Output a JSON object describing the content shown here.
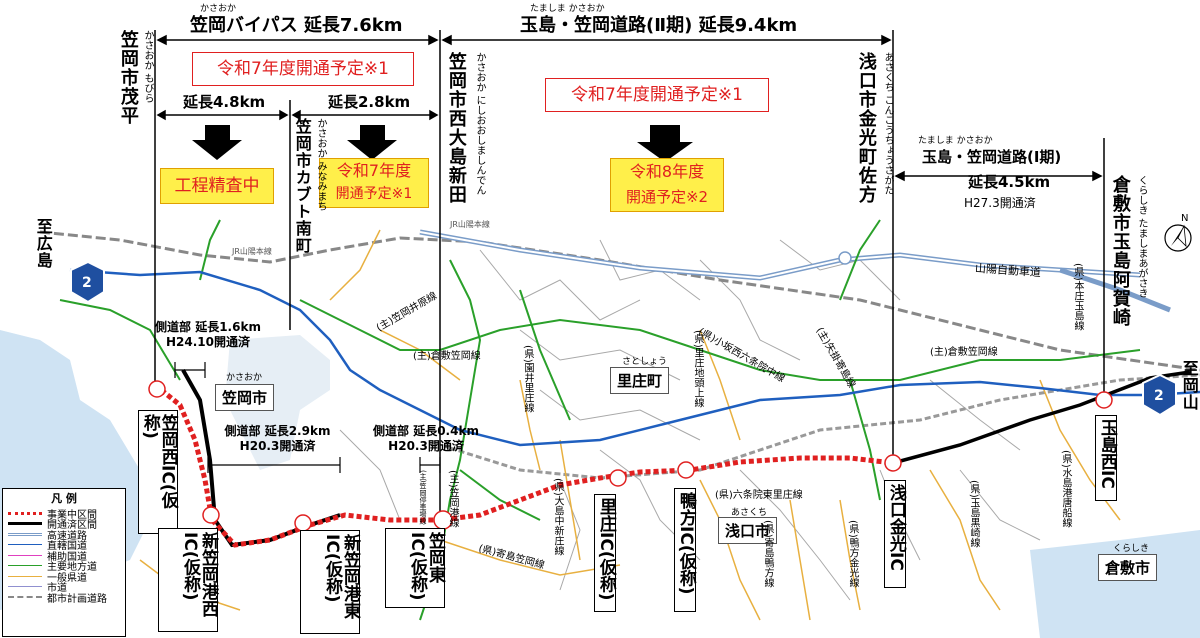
{
  "headers": {
    "bypass_ruby": "かさおか",
    "bypass_title": "笠岡バイパス 延長7.6km",
    "road2_ruby": "たましま かさおか",
    "road2_title": "玉島・笠岡道路(Ⅱ期) 延長9.4km",
    "road1_ruby": "たましま かさおか",
    "road1_title": "玉島・笠岡道路(Ⅰ期)",
    "road1_len": "延長4.5km",
    "road1_open": "H27.3開通済",
    "len_a": "延長4.8km",
    "len_b": "延長2.8km"
  },
  "status": {
    "bypass_plan": "令和7年度開通予定※1",
    "road2_plan": "令和7年度開通予定※1",
    "inspection": "工程精査中",
    "r7_line1": "令和7年度",
    "r7_line2": "開通予定※1",
    "r8_line1": "令和8年度",
    "r8_line2": "開通予定※2"
  },
  "places": {
    "kasaoka_mohira": "笠岡市茂平",
    "kasaoka_mohira_ruby": "かさおか もびら",
    "kasaoka_nishioshima": "笠岡市西大島新田",
    "kasaoka_nishioshima_ruby": "かさおか にしおおしましんでん",
    "kasaoka_kabuto": "笠岡市カブト南町",
    "kasaoka_kabuto_ruby": "かさおか みなみまち",
    "asakuchi_konko": "浅口市金光町佐方",
    "asakuchi_konko_ruby": "あさくち こんこうちょうさがた",
    "kurashiki_tamashima": "倉敷市玉島阿賀崎",
    "kurashiki_tamashima_ruby": "くらしき たましまあがさき",
    "to_hiroshima": "至広島",
    "to_okayama": "至岡山",
    "kasaoka_city": "笠岡市",
    "kasaoka_city_ruby": "かさおか",
    "satosho_town": "里庄町",
    "satosho_town_ruby": "さとしょう",
    "asakuchi_city": "浅口市",
    "asakuchi_city_ruby": "あさくち",
    "kurashiki_city": "倉敷市",
    "kurashiki_city_ruby": "くらしき",
    "north_mark": "N",
    "route_number": "2"
  },
  "side_roads": [
    {
      "title": "側道部 延長1.6km",
      "open": "H24.10開通済"
    },
    {
      "title": "側道部 延長2.9km",
      "open": "H20.3開通済"
    },
    {
      "title": "側道部 延長0.4km",
      "open": "H20.3開通済"
    }
  ],
  "interchanges": {
    "kasaoka_nishi": "笠岡西IC(仮称)",
    "shinkasaokako_nishi": "新笠岡港西IC(仮称)",
    "shinkasaokako_higashi": "新笠岡港東IC(仮称)",
    "kasaoka_higashi": "笠岡東IC(仮称)",
    "satosho": "里庄IC(仮称)",
    "kamogata": "鴨方IC(仮称)",
    "asakuchi_konko": "浅口金光IC",
    "tamashima_nishi": "玉島西IC"
  },
  "roads": {
    "sanyo_line": "JR山陽本線",
    "sanyo_line2": "JR山陽本線",
    "sanyo_expressway": "山陽自動車道",
    "kasaoka_ihara": "(主)笠岡井原線",
    "kurashiki_kasaoka": "(主)倉敷笠岡線",
    "kurashiki_kasaoka2": "(主)倉敷笠岡線",
    "sonoi_satosho": "(県)園井里庄線",
    "oya_rokujoin": "(県)小坂西六条院中線",
    "satosho_jito": "(県)里庄地頭上線",
    "shugosho": "(主)矢掛寄島線",
    "honsho_tamashima": "(県)本庄玉島線",
    "mizushima_karafune": "(県)水島港唐船線",
    "tamashima_kurosaki": "(県)玉島黒崎線",
    "rokujoin_higashi": "(県)六条院東里庄線",
    "kamogata_kinko": "(県)鴨方金光線",
    "oshima_nakashinsho": "(県)大島中新庄線",
    "kasaoka_minato": "(主)笠岡港線",
    "yorishima_kasaoka": "(県)寄島笠岡線",
    "yorishima_kamogata": "(県)寄島鴨方線",
    "kasaoka_station": "(主)笠岡停車場線"
  },
  "legend": {
    "title": "凡 例",
    "items": [
      {
        "label": "事業中区間",
        "color": "#e02020",
        "style": "dotted-thick"
      },
      {
        "label": "開通済区間",
        "color": "#000000",
        "style": "thick"
      },
      {
        "label": "高速道路",
        "color": "#7a9cc8",
        "style": "double"
      },
      {
        "label": "直轄国道",
        "color": "#1f5fbf",
        "style": "solid"
      },
      {
        "label": "補助国道",
        "color": "#e040c0",
        "style": "solid"
      },
      {
        "label": "主要地方道",
        "color": "#2aa02a",
        "style": "solid"
      },
      {
        "label": "一般県道",
        "color": "#e8b040",
        "style": "solid"
      },
      {
        "label": "市道",
        "color": "#9090d0",
        "style": "solid"
      },
      {
        "label": "都市計画道路",
        "color": "#888888",
        "style": "dashed"
      }
    ]
  },
  "colors": {
    "project": "#e02020",
    "open": "#000000",
    "national": "#1f5fbf",
    "expressway": "#7a9cc8",
    "pref_main": "#2aa02a",
    "pref_general": "#e8b040",
    "sea": "#cfe3f3",
    "status_yellow": "#ffef4a"
  }
}
